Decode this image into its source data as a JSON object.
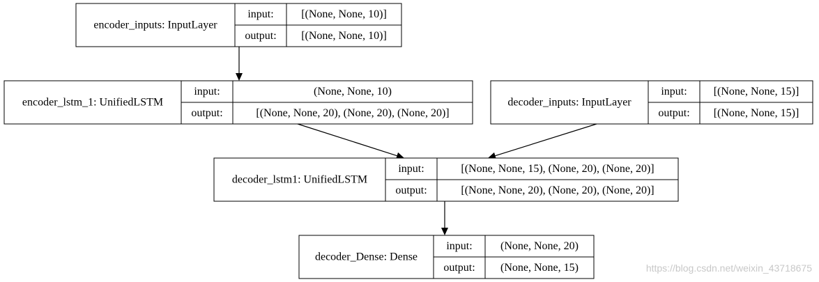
{
  "nodes": [
    {
      "id": "encoder_inputs",
      "layer": "encoder_inputs: InputLayer",
      "input_label": "input:",
      "input_value": "[(None, None, 10)]",
      "output_label": "output:",
      "output_value": "[(None, None, 10)]"
    },
    {
      "id": "encoder_lstm_1",
      "layer": "encoder_lstm_1: UnifiedLSTM",
      "input_label": "input:",
      "input_value": "(None, None, 10)",
      "output_label": "output:",
      "output_value": "[(None, None, 20), (None, 20), (None, 20)]"
    },
    {
      "id": "decoder_inputs",
      "layer": "decoder_inputs: InputLayer",
      "input_label": "input:",
      "input_value": "[(None, None, 15)]",
      "output_label": "output:",
      "output_value": "[(None, None, 15)]"
    },
    {
      "id": "decoder_lstm1",
      "layer": "decoder_lstm1: UnifiedLSTM",
      "input_label": "input:",
      "input_value": "[(None, None, 15), (None, 20), (None, 20)]",
      "output_label": "output:",
      "output_value": "[(None, None, 20), (None, 20), (None, 20)]"
    },
    {
      "id": "decoder_Dense",
      "layer": "decoder_Dense: Dense",
      "input_label": "input:",
      "input_value": "(None, None, 20)",
      "output_label": "output:",
      "output_value": "(None, None, 15)"
    }
  ],
  "edges": [
    {
      "from": "encoder_inputs",
      "to": "encoder_lstm_1"
    },
    {
      "from": "encoder_lstm_1",
      "to": "decoder_lstm1"
    },
    {
      "from": "decoder_inputs",
      "to": "decoder_lstm1"
    },
    {
      "from": "decoder_lstm1",
      "to": "decoder_Dense"
    }
  ],
  "watermark": "https://blog.csdn.net/weixin_43718675"
}
